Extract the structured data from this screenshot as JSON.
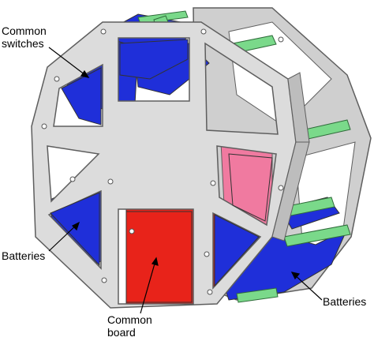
{
  "labels": {
    "common_switches": "Common\nswitches",
    "batteries_left": "Batteries",
    "batteries_right": "Batteries",
    "common_board": "Common\nboard"
  },
  "colors": {
    "frame": "#dcdcdc",
    "frame_edge": "#5e5e5e",
    "frame_shade": "#bdbdbd",
    "switch_panel": "#1f2fd9",
    "battery": "#1f2fd9",
    "board": "#e8231a",
    "board_back": "#f07aa0",
    "bar": "#7ad98a",
    "background": "#ffffff"
  }
}
